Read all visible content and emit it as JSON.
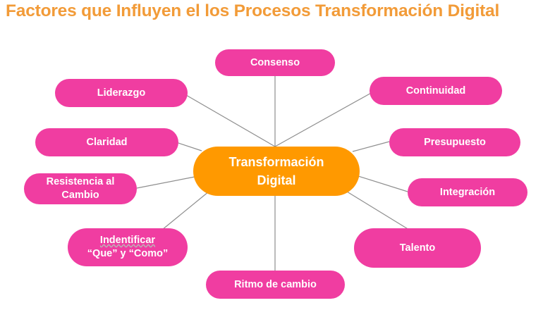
{
  "title": "Factores que Influyen el los Procesos Transformación Digital",
  "colors": {
    "title": "#F29B38",
    "central": "#FF9900",
    "factor": "#F03DA1",
    "line": "#8E8E8E"
  },
  "central": {
    "label": "Transformación\nDigital"
  },
  "factors": [
    {
      "id": "consenso",
      "label": "Consenso"
    },
    {
      "id": "liderazgo",
      "label": "Liderazgo"
    },
    {
      "id": "continuidad",
      "label": "Continuidad"
    },
    {
      "id": "claridad",
      "label": "Claridad"
    },
    {
      "id": "presupuesto",
      "label": "Presupuesto"
    },
    {
      "id": "resistencia",
      "label": "Resistencia al\nCambio"
    },
    {
      "id": "integracion",
      "label": "Integración"
    },
    {
      "id": "identificar",
      "label": "Indentificar\n“Que” y “Como”"
    },
    {
      "id": "talento",
      "label": "Talento"
    },
    {
      "id": "ritmo",
      "label": "Ritmo de cambio"
    }
  ]
}
